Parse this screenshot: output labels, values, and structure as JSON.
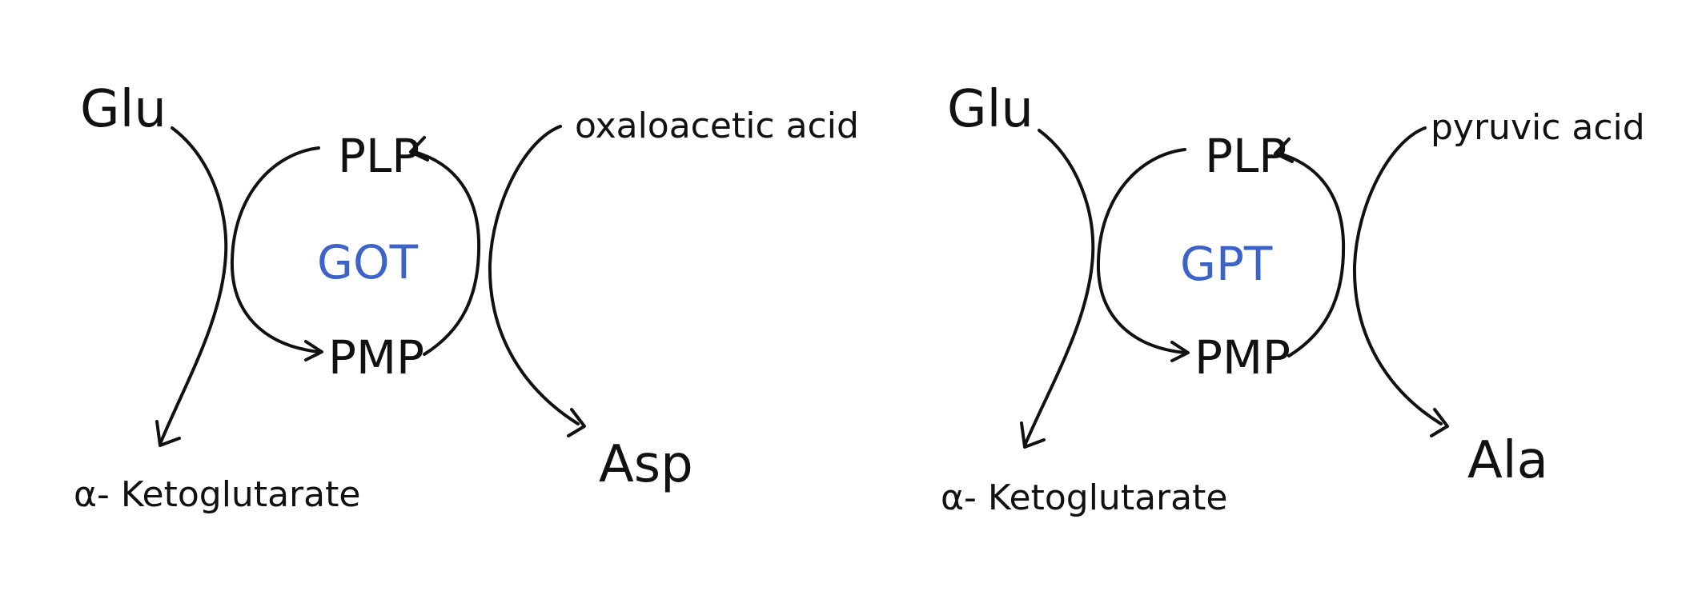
{
  "colors": {
    "ink": "#111111",
    "enzyme": "#3b63c9"
  },
  "panels": [
    {
      "donor": "Glu",
      "acceptor": "oxaloacetic acid",
      "plp": "PLP",
      "enzyme": "GOT",
      "pmp": "PMP",
      "product_keto": "α- Ketoglutarate",
      "product_amino": "Asp"
    },
    {
      "donor": "Glu",
      "acceptor": "pyruvic  acid",
      "plp": "PLP",
      "enzyme": "GPT",
      "pmp": "PMP",
      "product_keto": "α- Ketoglutarate",
      "product_amino": "Ala"
    }
  ]
}
